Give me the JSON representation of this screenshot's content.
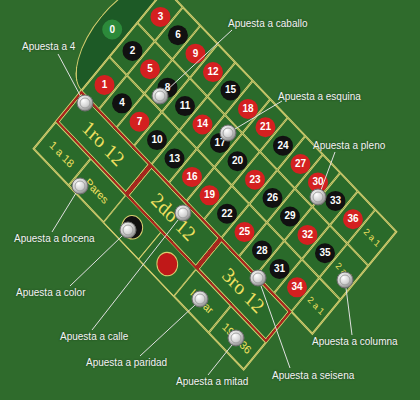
{
  "diagram": {
    "nodes": [
      {
        "text": [
          "0"
        ]
      },
      {
        "text": [
          "1"
        ]
      },
      {
        "text": [
          "2"
        ]
      },
      {
        "text": [
          "3"
        ]
      },
      {
        "text": [
          "4"
        ]
      },
      {
        "text": [
          "5"
        ]
      },
      {
        "text": [
          "6"
        ]
      },
      {
        "text": [
          "7"
        ]
      },
      {
        "text": [
          "8"
        ]
      },
      {
        "text": [
          "9"
        ]
      },
      {
        "text": [
          "10"
        ]
      },
      {
        "text": [
          "11"
        ]
      },
      {
        "text": [
          "12"
        ]
      },
      {
        "text": [
          "13"
        ]
      },
      {
        "text": [
          "14"
        ]
      },
      {
        "text": [
          "15"
        ]
      },
      {
        "text": [
          "16"
        ]
      },
      {
        "text": [
          "17"
        ]
      },
      {
        "text": [
          "18"
        ]
      },
      {
        "text": [
          "19"
        ]
      },
      {
        "text": [
          "20"
        ]
      },
      {
        "text": [
          "21"
        ]
      },
      {
        "text": [
          "22"
        ]
      },
      {
        "text": [
          "23"
        ]
      },
      {
        "text": [
          "24"
        ]
      },
      {
        "text": [
          "25"
        ]
      },
      {
        "text": [
          "26"
        ]
      },
      {
        "text": [
          "27"
        ]
      },
      {
        "text": [
          "28"
        ]
      },
      {
        "text": [
          "29"
        ]
      },
      {
        "text": [
          "30"
        ]
      },
      {
        "text": [
          "31"
        ]
      },
      {
        "text": [
          "32"
        ]
      },
      {
        "text": [
          "33"
        ]
      },
      {
        "text": [
          "34"
        ]
      },
      {
        "text": [
          "35"
        ]
      },
      {
        "text": [
          "36"
        ]
      },
      {
        "text": [
          "2 a 1"
        ]
      },
      {
        "text": [
          "2 a 1"
        ]
      },
      {
        "text": [
          "2 a 1"
        ]
      },
      {
        "text": [
          "1ro 12"
        ]
      },
      {
        "text": [
          "2do 12"
        ]
      },
      {
        "text": [
          "3ro 12"
        ]
      },
      {
        "text": [
          "1 a 18"
        ]
      },
      {
        "text": [
          "Pares"
        ]
      },
      {
        "text": [
          "Impar"
        ]
      },
      {
        "text": [
          "19 a 36"
        ]
      }
    ],
    "labels": [
      "Apuesta a 4",
      "Apuesta a caballo",
      "Apuesta a esquina",
      "Apuesta a pleno",
      "Apuesta a docena",
      "Apuesta a color",
      "Apuesta a calle",
      "Apuesta a paridad",
      "Apuesta a mitad",
      "Apuesta a seisena",
      "Apuesta a columna"
    ]
  }
}
